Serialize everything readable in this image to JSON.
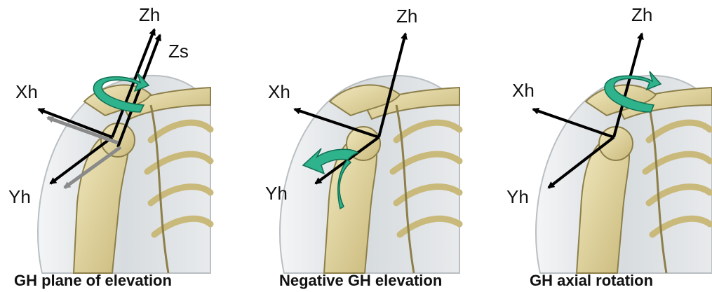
{
  "panels": [
    {
      "caption": "GH plane of elevation",
      "labels": {
        "zh": "Zh",
        "zs": "Zs",
        "xh": "Xh",
        "yh": "Yh"
      }
    },
    {
      "caption": "Negative GH elevation",
      "labels": {
        "zh": "Zh",
        "xh": "Xh",
        "yh": "Yh"
      }
    },
    {
      "caption": "GH axial rotation",
      "labels": {
        "zh": "Zh",
        "xh": "Xh",
        "yh": "Yh"
      }
    }
  ],
  "colors": {
    "humerus_axes": "#000000",
    "scapula_axes": "#8a8a8a",
    "rotation_arrow": "#2fb38c",
    "bone": "#e3d6a0",
    "bone_shadow": "#b8a868",
    "skin": "#dfe3e6"
  }
}
